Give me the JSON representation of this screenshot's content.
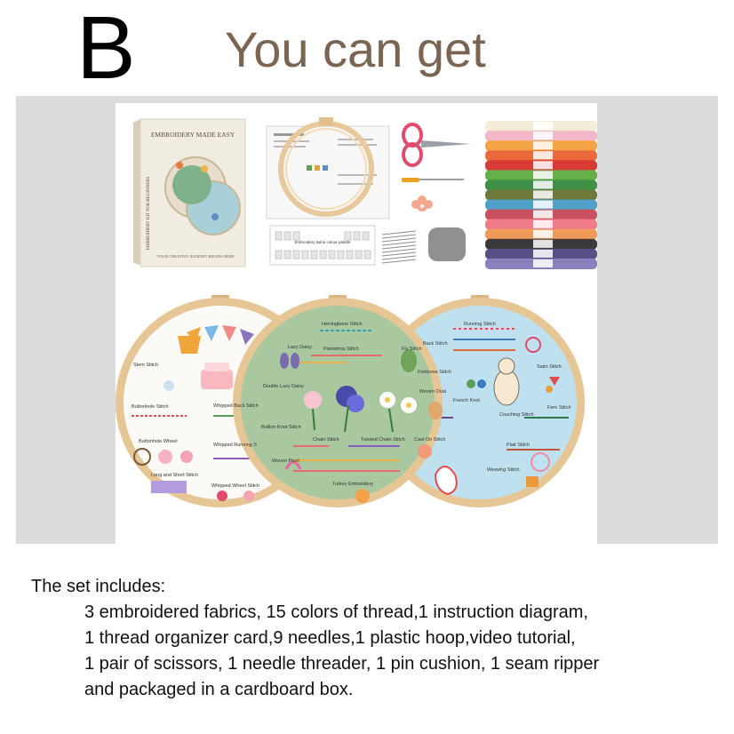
{
  "header": {
    "variant_letter": "B",
    "title": "You can get"
  },
  "photo": {
    "box": {
      "title": "EMBROIDERY MADE EASY",
      "spine_text": "EMBROIDERY KIT FOR BEGINNERS",
      "tagline": "YOUR CREATIVE JOURNEY BEGINS HERE"
    },
    "organizer_card_title": "Embroidery twine colour palette",
    "hoops": [
      {
        "labels": [
          "Stem Stitch",
          "Buttonhole Stitch",
          "Whipped Back Stitch",
          "Buttonhole Wheel",
          "Whipped Running S",
          "Long and Short Stitch",
          "Whipped Wheel Stitch"
        ]
      },
      {
        "labels": [
          "Herringbone Stitch",
          "Lazy Daisy",
          "Fly Stitch",
          "Palestrina Stitch",
          "Double Lazy Daisy",
          "Woven Oval",
          "Bullion Knot Stitch",
          "Chain Stitch",
          "Twisted Chain Stitch",
          "Cast On Stitch",
          "Woven Picot",
          "Turkey Embroidery"
        ]
      },
      {
        "labels": [
          "Running Stitch",
          "Back Stitch",
          "Satin Stitch",
          "Fishbone Stitch",
          "French Knot",
          "Fern Stitch",
          "Couching Stitch",
          "Plait Stitch",
          "Weaving Stitch"
        ]
      }
    ],
    "thread_colors": [
      "#f3ecd6",
      "#f2b8c7",
      "#f4a447",
      "#ea6a3c",
      "#d83a35",
      "#66b049",
      "#3f8f47",
      "#6d7a3a",
      "#4fa1c9",
      "#c9505f",
      "#f07c8a",
      "#f09a59",
      "#3b3a3a",
      "#5a4e86",
      "#8a80bd"
    ]
  },
  "contents": {
    "intro": "The set includes:",
    "lines": [
      "3 embroidered fabrics, 15 colors of thread,1 instruction diagram,",
      "1 thread organizer card,9 needles,1 plastic hoop,video tutorial,",
      "1 pair of scissors, 1 needle threader, 1 pin cushion, 1 seam ripper",
      "and packaged in a cardboard box."
    ]
  }
}
